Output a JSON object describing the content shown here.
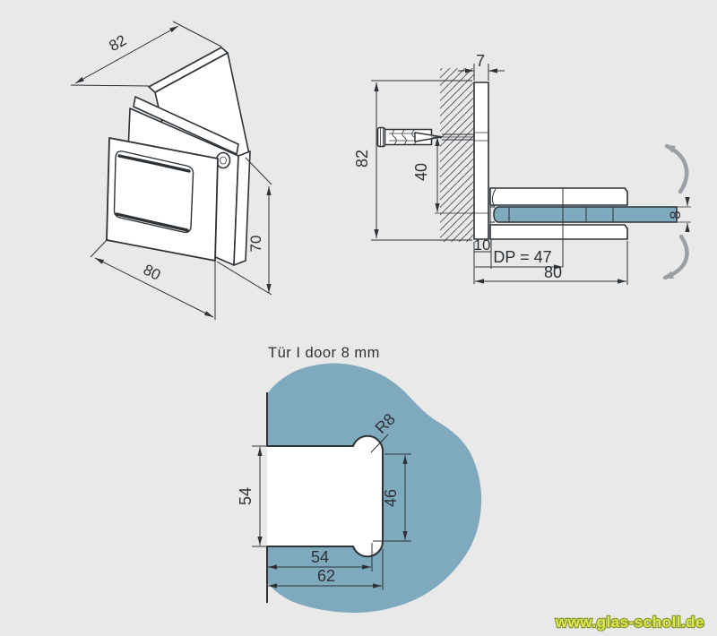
{
  "colors": {
    "background": "#e9e9e9",
    "line": "#2d3237",
    "glass": "#7fa9bc",
    "swing_arrow": "#9aa0a5",
    "watermark_fill": "#dce74f",
    "watermark_outline": "#8a9a33"
  },
  "iso_view": {
    "dim_top": "82",
    "dim_bottom": "80",
    "dim_right": "70"
  },
  "side_view": {
    "dim_plate_thickness": "7",
    "dim_plate_height": "82",
    "dim_screw_to_glass": "40",
    "dim_wall_offset": "10",
    "dim_pivot": "DP = 47",
    "dim_depth": "80",
    "dim_glass_thickness": "8"
  },
  "template_view": {
    "title": "Tür I door  8 mm",
    "dim_cutout_height": "54",
    "dim_right_height": "46",
    "dim_radius": "R8",
    "dim_width_inner": "54",
    "dim_width_outer": "62"
  },
  "watermark": {
    "text": "www.glas-scholl.de"
  }
}
